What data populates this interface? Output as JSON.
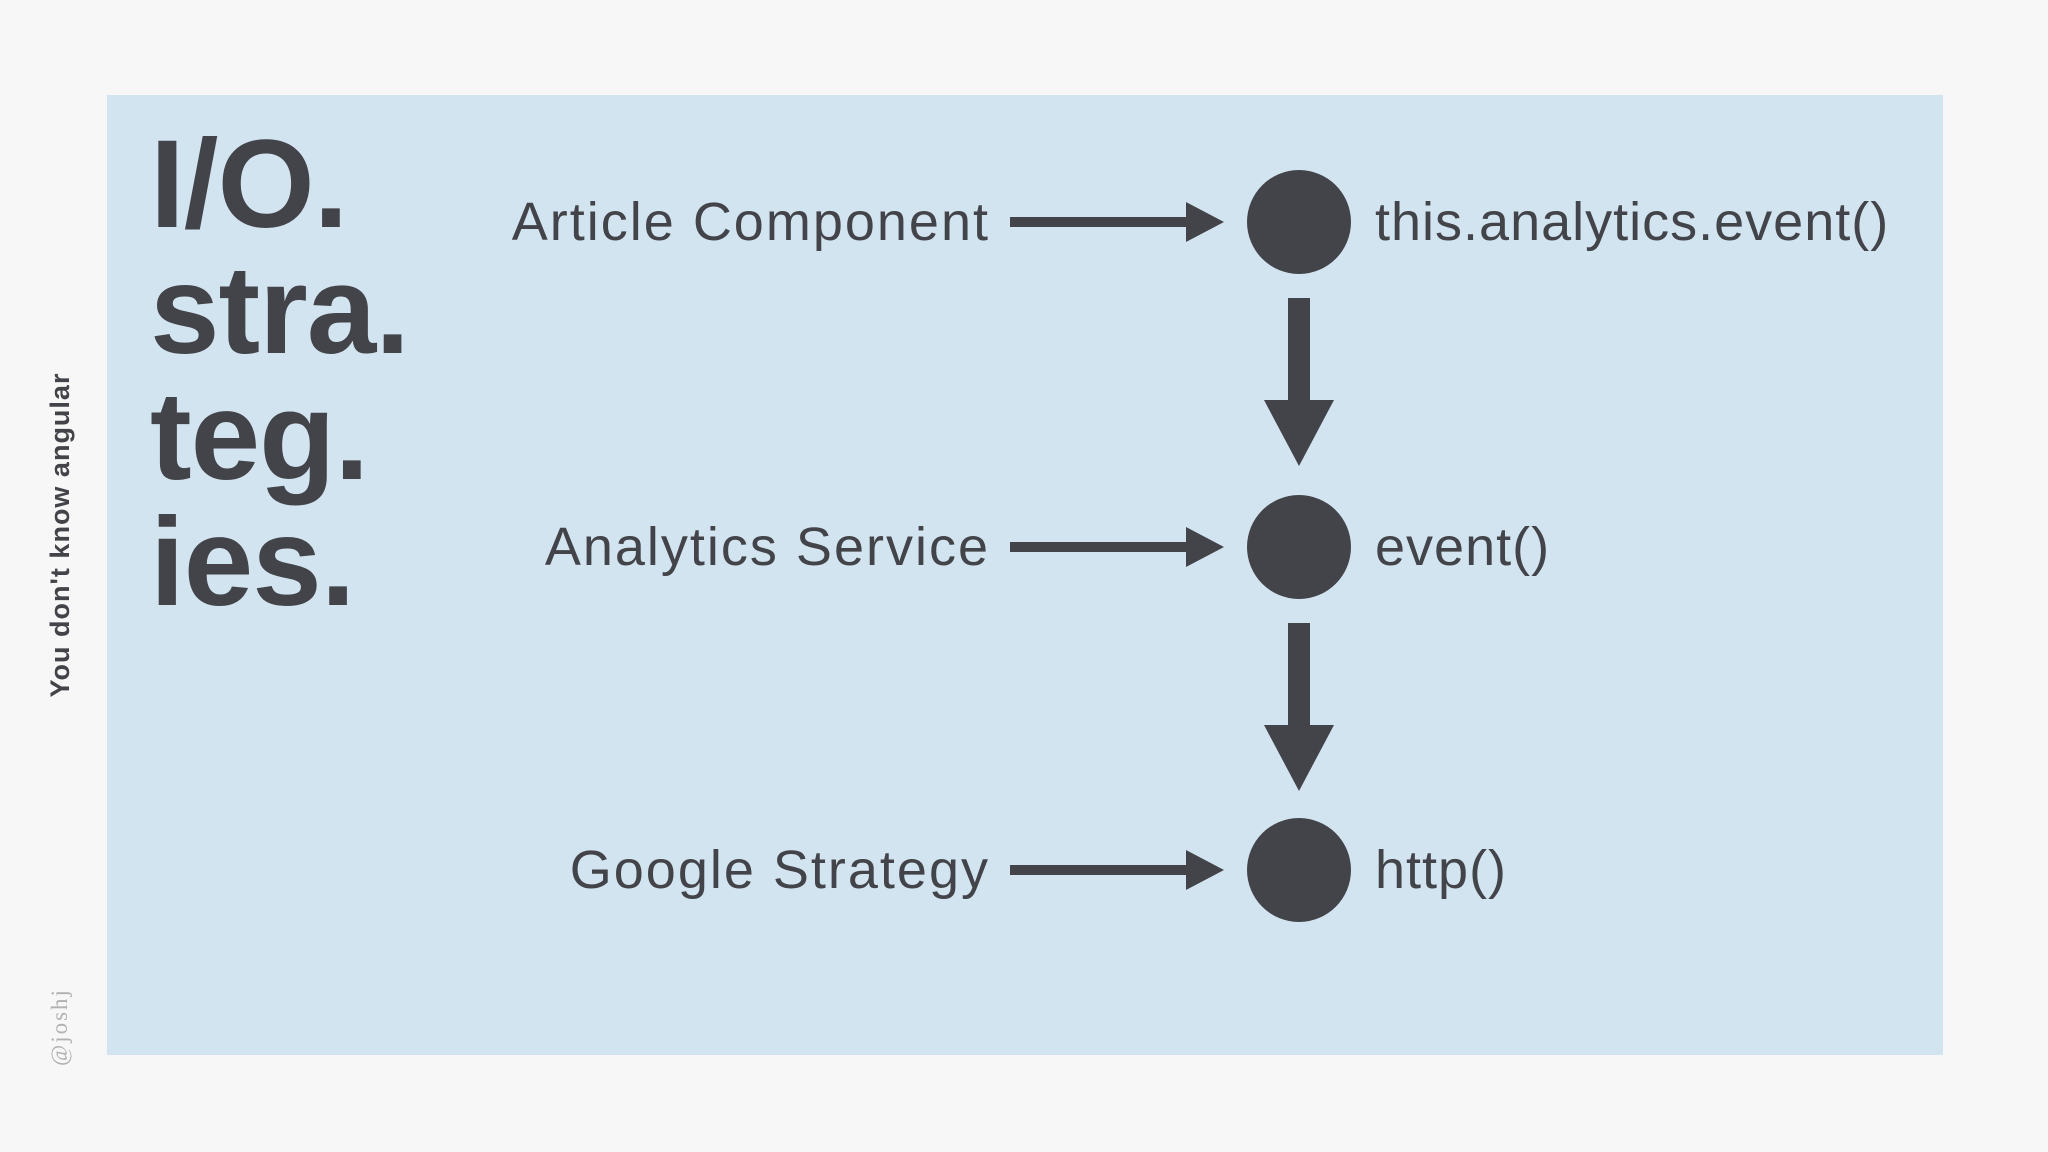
{
  "slide": {
    "title": "I/O.\nstra.\nteg.\nies.",
    "vertical_text": "You don't know angular",
    "handle": "@joshj"
  },
  "colors": {
    "background": "#f7f7f7",
    "panel": "#d3e4f1",
    "ink": "#434449",
    "muted": "#b1b1b1"
  },
  "icons": {
    "right_arrow": "arrow-right-icon",
    "down_arrow": "arrow-down-icon",
    "node": "filled-circle-node"
  },
  "diagram": {
    "rows": [
      {
        "label": "Article Component",
        "node_label": "this.analytics.event()"
      },
      {
        "label": "Analytics Service",
        "node_label": "event()"
      },
      {
        "label": "Google Strategy",
        "node_label": "http()"
      }
    ]
  }
}
